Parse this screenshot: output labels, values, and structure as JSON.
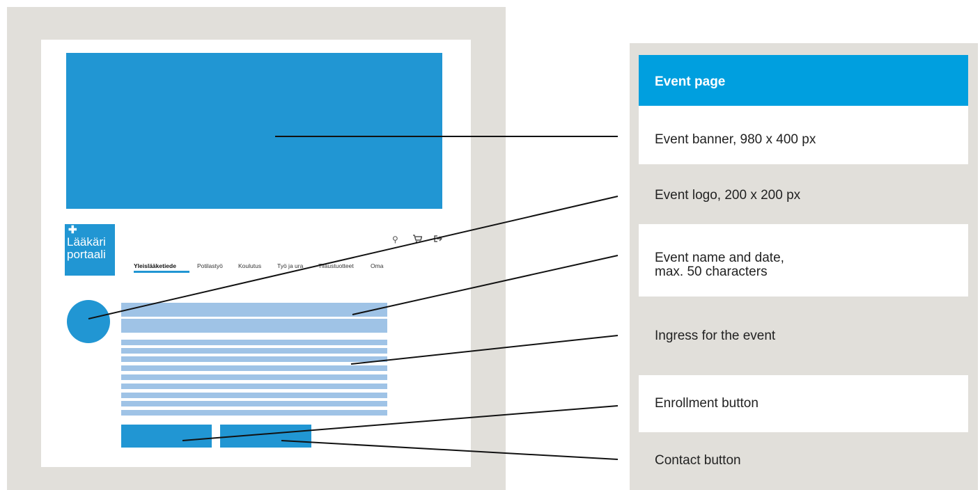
{
  "logo": {
    "plus": "✚",
    "line1": "Lääkäri",
    "line2": "portaali"
  },
  "nav": {
    "icons": [
      "search-icon",
      "cart-icon",
      "logout-icon"
    ],
    "items": [
      "Yleislääketiede",
      "Potilastyö",
      "Koulutus",
      "Työ ja ura",
      "Tilaustuotteet",
      "Oma"
    ]
  },
  "legend": {
    "title": "Event page",
    "items": [
      "Event banner, 980 x 400 px",
      "Event logo, 200 x 200 px",
      "Event name and date,\nmax. 50 characters",
      "Ingress for the event",
      "Enrollment button",
      "Contact button"
    ]
  },
  "colors": {
    "accent": "#2196d3",
    "header": "#009fdf",
    "placeholder": "#9fc3e6",
    "frame": "#e1dfda"
  }
}
